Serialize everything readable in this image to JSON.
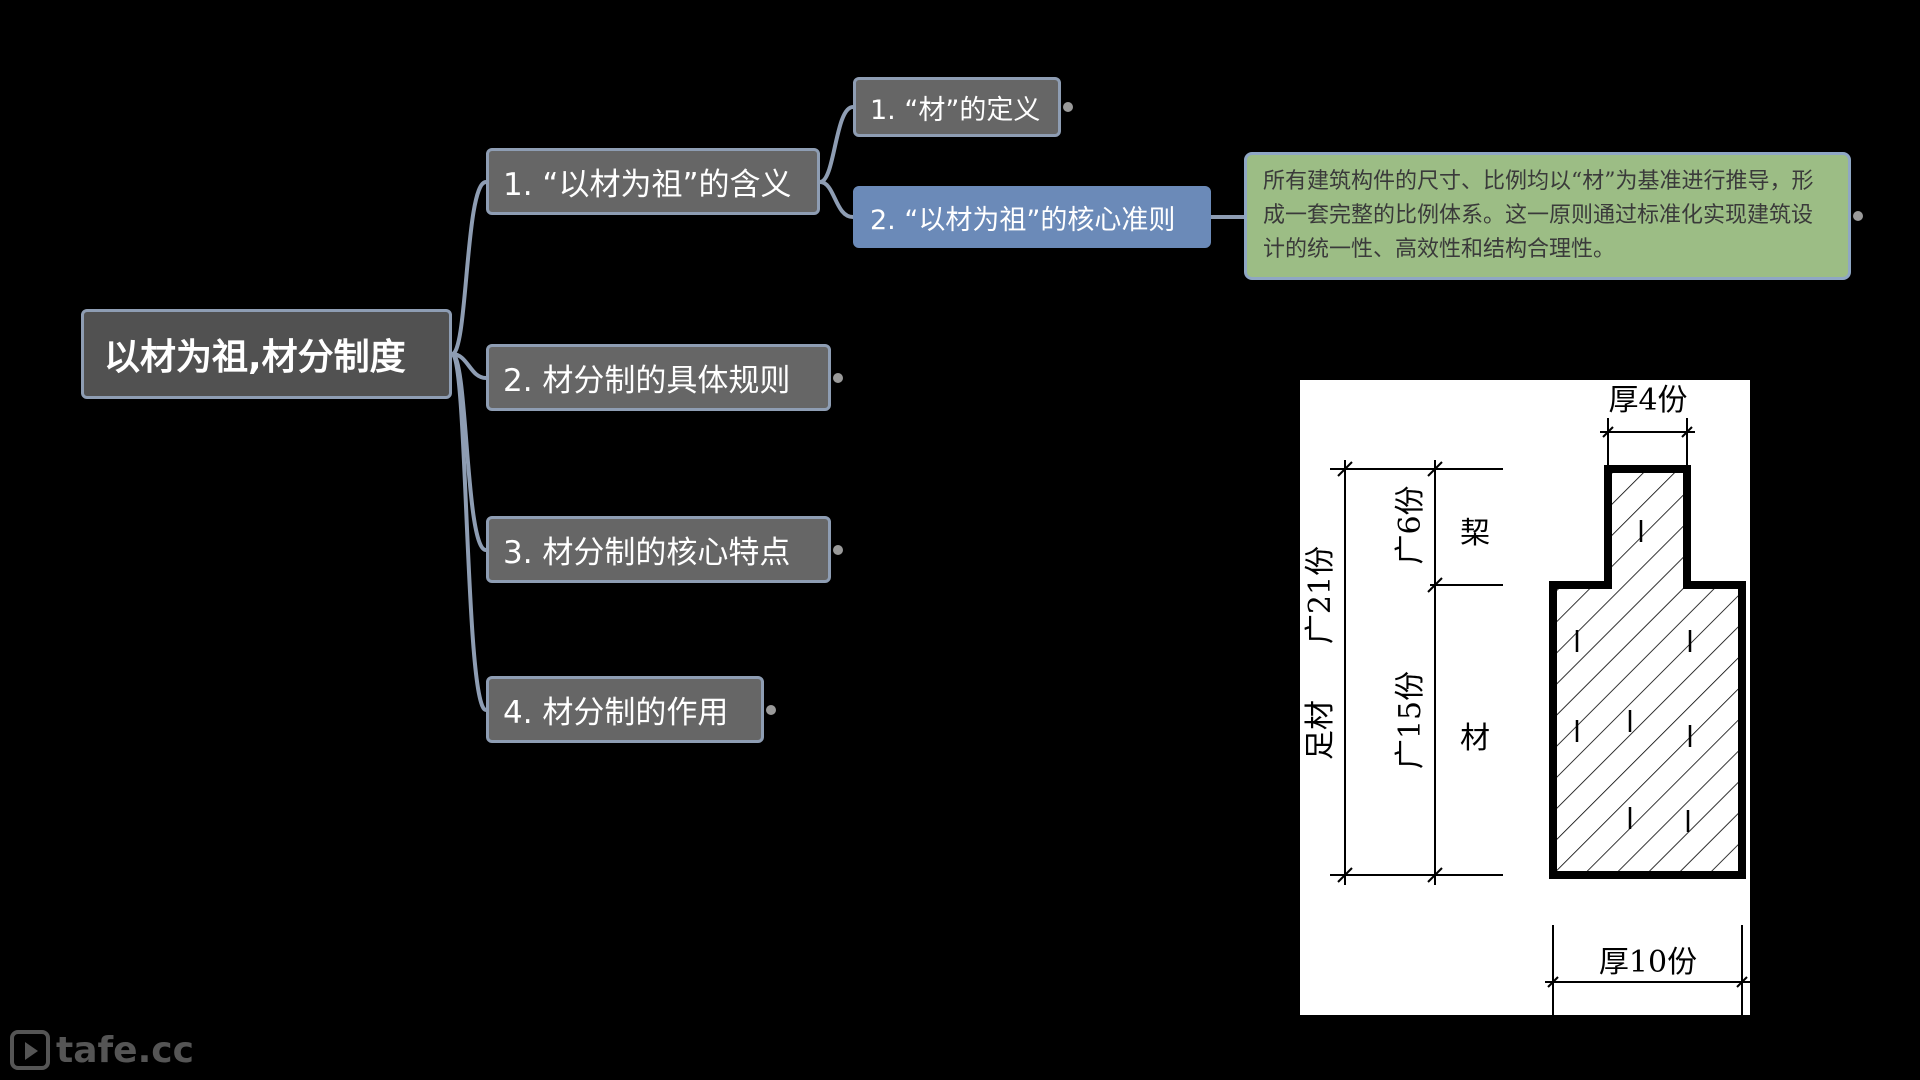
{
  "mindmap": {
    "root": "以材为祖,材分制度",
    "branches": [
      {
        "label": "1. “以材为祖”的含义",
        "children": [
          {
            "label": "1. “材”的定义"
          },
          {
            "label": "2. “以材为祖”的核心准则"
          }
        ]
      },
      {
        "label": "2. 材分制的具体规则"
      },
      {
        "label": "3. 材分制的核心特点"
      },
      {
        "label": "4. 材分制的作用"
      }
    ],
    "note": "所有建筑构件的尺寸、比例均以“材”为基准进行推导，形成一套完整的比例体系。这一原则通过标准化实现建筑设计的统一性、高效性和结构合理性。"
  },
  "figure": {
    "labels": {
      "top_width": "厚4份",
      "bottom_width": "厚10份",
      "zu_cai": "足材",
      "guang21": "广21份",
      "guang6": "广6份",
      "guang15": "广15份",
      "qi": "栔",
      "cai": "材"
    }
  },
  "colors": {
    "background": "#000000",
    "node_grey": "#666666",
    "node_blue": "#6b8ab8",
    "note_green": "#9cbd85",
    "connector": "#8e9db3"
  },
  "watermark": {
    "text": "tafe.cc"
  }
}
